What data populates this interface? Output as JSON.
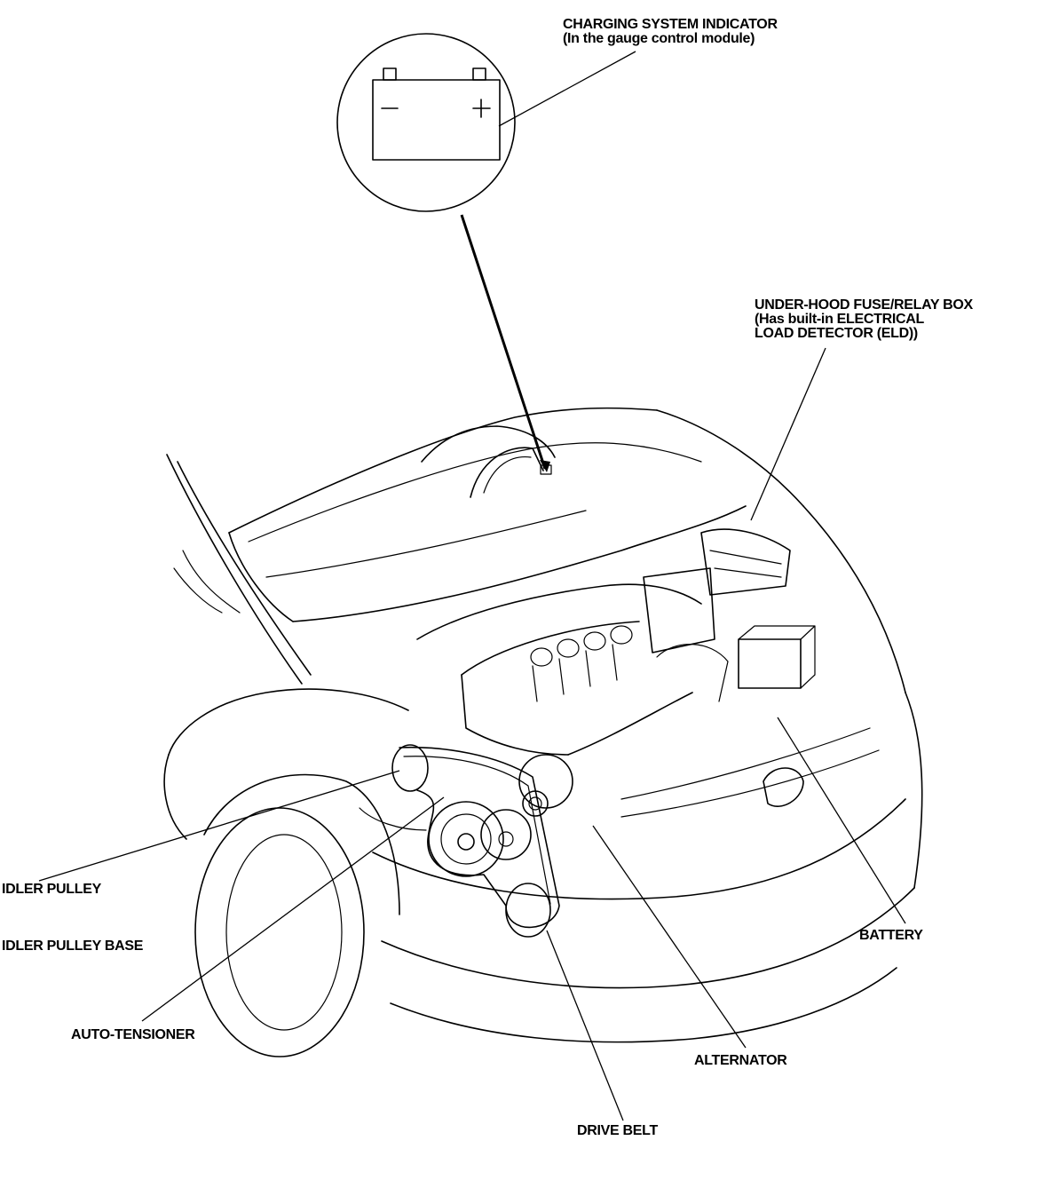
{
  "labels": {
    "charging_indicator_line1": "CHARGING SYSTEM INDICATOR",
    "charging_indicator_line2": "(In the gauge control module)",
    "fuse_box_line1": "UNDER-HOOD FUSE/RELAY BOX",
    "fuse_box_line2": "(Has built-in ELECTRICAL",
    "fuse_box_line3": "LOAD DETECTOR (ELD))",
    "idler_pulley": "IDLER PULLEY",
    "idler_pulley_base": "IDLER PULLEY BASE",
    "auto_tensioner": "AUTO-TENSIONER",
    "battery": "BATTERY",
    "alternator": "ALTERNATOR",
    "drive_belt": "DRIVE BELT"
  },
  "icons": {
    "indicator_symbol": "battery-icon",
    "minus_sign": "−",
    "plus_sign": "+"
  }
}
